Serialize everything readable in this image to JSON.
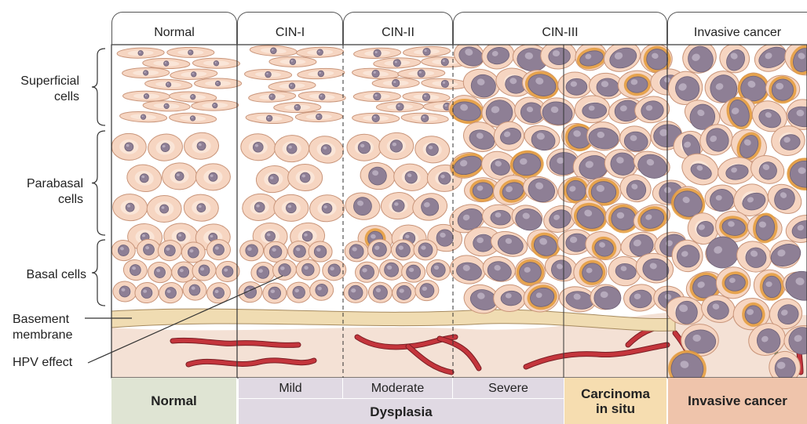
{
  "stage_tabs": [
    {
      "label": "Normal",
      "color": "#dfe4d3"
    },
    {
      "label": "CIN-I",
      "color": "#e5dfe6"
    },
    {
      "label": "CIN-II",
      "color": "#e5dfe6"
    },
    {
      "label": "CIN-III",
      "color": "#e5dfe6"
    },
    {
      "label": "Invasive cancer",
      "color": "#efc4ab"
    }
  ],
  "left_labels": {
    "superficial": "Superficial\ncells",
    "parabasal": "Parabasal\ncells",
    "basal": "Basal cells",
    "basement": "Basement\nmembrane",
    "hpv": "HPV effect"
  },
  "bottom": {
    "normal": "Normal",
    "mild": "Mild",
    "moderate": "Moderate",
    "severe": "Severe",
    "dysplasia": "Dysplasia",
    "cis": "Carcinoma\nin situ",
    "invasive": "Invasive cancer"
  },
  "colors": {
    "cell_fill": "#f6d5c1",
    "cell_edge": "#c9957a",
    "nucleus": "#8e7f95",
    "nucleus_dark": "#6f6278",
    "koilocyte_halo": "#e39a3a",
    "membrane": "#f0dcb2",
    "stroma": "#f4e1d5",
    "vessel": "#c4353c",
    "normal_band": "#dfe4d3",
    "dysplasia_band": "#e0d9e3",
    "cis_band": "#f6ddb0",
    "invasive_band": "#efc4ab"
  }
}
